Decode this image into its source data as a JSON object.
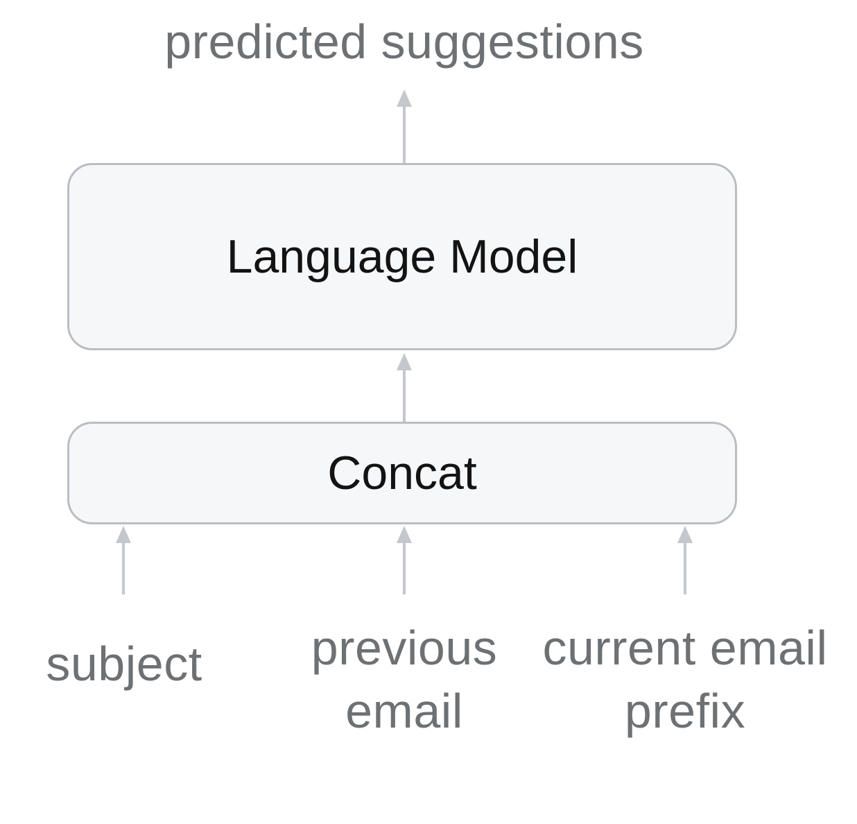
{
  "diagram": {
    "output_label": "predicted suggestions",
    "boxes": [
      {
        "id": "language-model",
        "label": "Language Model"
      },
      {
        "id": "concat",
        "label": "Concat"
      }
    ],
    "inputs": [
      {
        "id": "subject",
        "lines": [
          "subject"
        ]
      },
      {
        "id": "previous-email",
        "lines": [
          "previous",
          "email"
        ]
      },
      {
        "id": "current-email-prefix",
        "lines": [
          "current email",
          "prefix"
        ]
      }
    ],
    "colors": {
      "box-fill": "#f6f7f9",
      "box-border": "#babdc3",
      "box-text": "#131313",
      "arrow": "#c4c7cd",
      "label-gray": "#6e7174"
    }
  }
}
